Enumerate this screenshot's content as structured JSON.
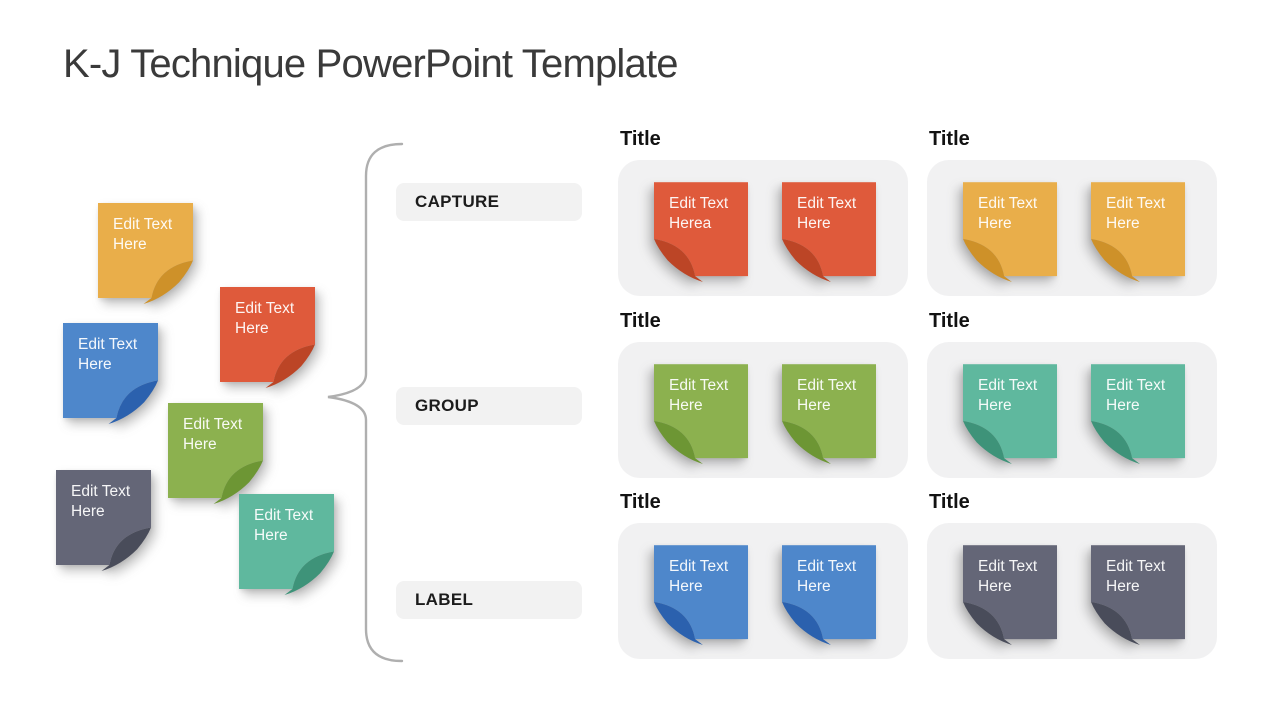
{
  "slide_title": "K-J Technique PowerPoint Template",
  "colors": {
    "red": {
      "face": "#DF5A3B",
      "fold": "#BC4526"
    },
    "yellow": {
      "face": "#E9AE4A",
      "fold": "#CE9129"
    },
    "green": {
      "face": "#8CB14F",
      "fold": "#6D9634"
    },
    "teal": {
      "face": "#5FB89E",
      "fold": "#3E9379"
    },
    "blue": {
      "face": "#4E87CB",
      "fold": "#2B61AE"
    },
    "gray": {
      "face": "#646677",
      "fold": "#494C5A"
    }
  },
  "cluster": {
    "notes": [
      {
        "color": "yellow",
        "text": "Edit Text Here"
      },
      {
        "color": "red",
        "text": "Edit Text Here"
      },
      {
        "color": "blue",
        "text": "Edit Text Here"
      },
      {
        "color": "green",
        "text": "Edit Text Here"
      },
      {
        "color": "gray",
        "text": "Edit Text Here"
      },
      {
        "color": "teal",
        "text": "Edit Text Here"
      }
    ]
  },
  "steps": [
    {
      "label": "CAPTURE"
    },
    {
      "label": "GROUP"
    },
    {
      "label": "LABEL"
    }
  ],
  "panels": [
    {
      "title": "Title",
      "color": "red",
      "notes": [
        "Edit Text Herea",
        "Edit Text Here"
      ]
    },
    {
      "title": "Title",
      "color": "yellow",
      "notes": [
        "Edit Text Here",
        "Edit Text Here"
      ]
    },
    {
      "title": "Title",
      "color": "green",
      "notes": [
        "Edit Text Here",
        "Edit Text Here"
      ]
    },
    {
      "title": "Title",
      "color": "teal",
      "notes": [
        "Edit Text Here",
        "Edit Text Here"
      ]
    },
    {
      "title": "Title",
      "color": "blue",
      "notes": [
        "Edit Text Here",
        "Edit Text Here"
      ]
    },
    {
      "title": "Title",
      "color": "gray",
      "notes": [
        "Edit Text Here",
        "Edit Text Here"
      ]
    }
  ]
}
